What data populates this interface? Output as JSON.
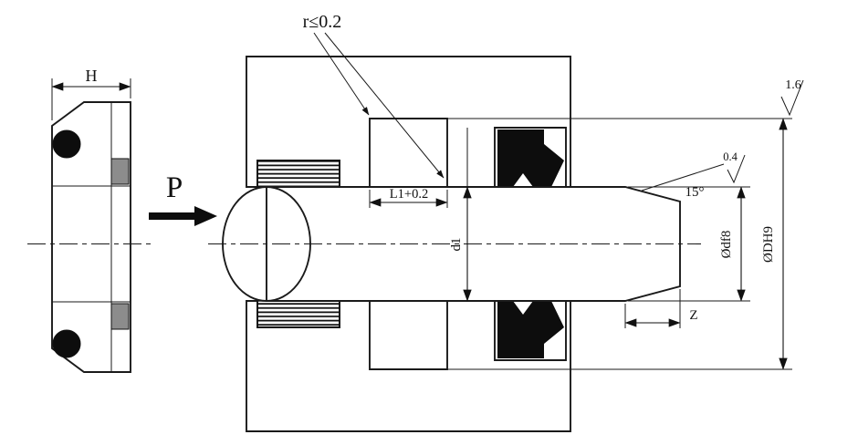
{
  "colors": {
    "line": "#1a1a1a",
    "seal": "#0d0d0d",
    "backup_ring": "#8c8c8c",
    "background": "#ffffff"
  },
  "drawing": {
    "labels": {
      "radius_note": "r≤0.2",
      "seal_section_width": "H",
      "pressure_direction": "P",
      "groove_length": "L1+0.2",
      "seal_inner_diameter": "d1",
      "chamfer_angle": "15°",
      "surface_roughness_groove": "0.4",
      "surface_roughness_bore": "1.6",
      "rod_diameter": "Ødf8",
      "bore_diameter": "ØDH9",
      "chamfer_length": "Z"
    }
  }
}
